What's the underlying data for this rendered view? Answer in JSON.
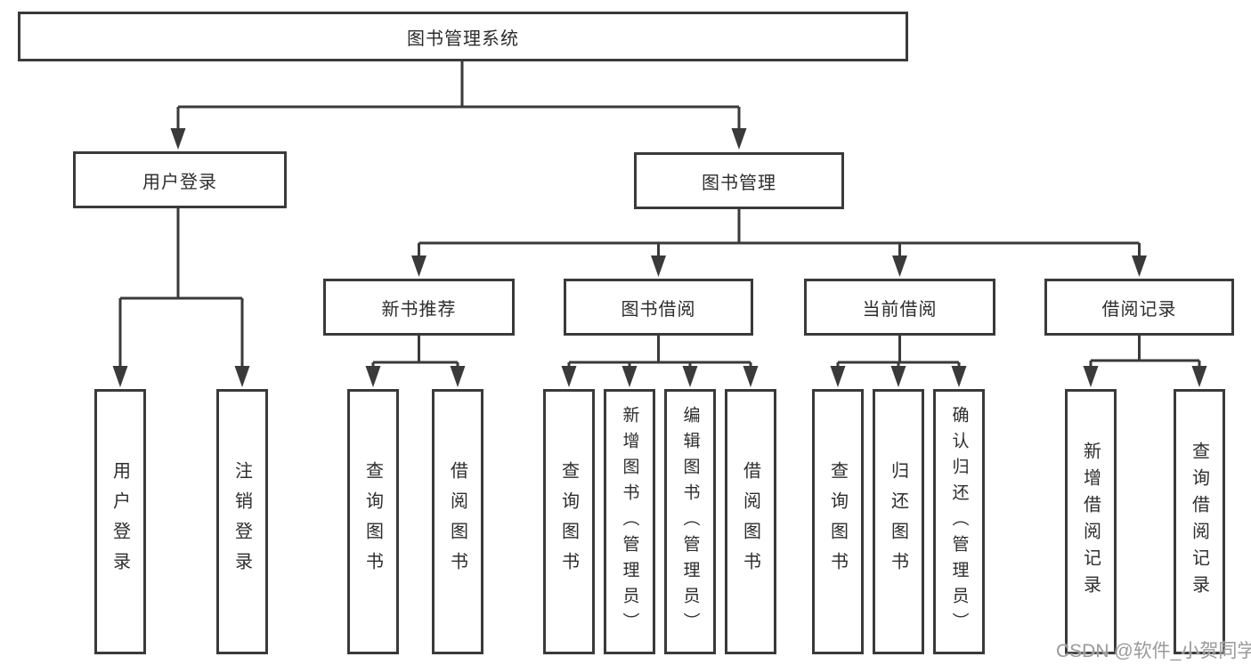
{
  "colors": {
    "line": "#3a3a3a",
    "box_border": "#3a3a3a",
    "box_fill": "#ffffff",
    "text": "#2d2d2d",
    "watermark": "#9a9a9a",
    "background": "#ffffff"
  },
  "tree": {
    "label": "图书管理系统",
    "children": [
      {
        "label": "用户登录",
        "children": [
          {
            "label": "用户登录"
          },
          {
            "label": "注销登录"
          }
        ]
      },
      {
        "label": "图书管理",
        "children": [
          {
            "label": "新书推荐",
            "children": [
              {
                "label": "查询图书"
              },
              {
                "label": "借阅图书"
              }
            ]
          },
          {
            "label": "图书借阅",
            "children": [
              {
                "label": "查询图书"
              },
              {
                "label": "新增图书（管理员）"
              },
              {
                "label": "编辑图书（管理员）"
              },
              {
                "label": "借阅图书"
              }
            ]
          },
          {
            "label": "当前借阅",
            "children": [
              {
                "label": "查询图书"
              },
              {
                "label": "归还图书"
              },
              {
                "label": "确认归还（管理员）"
              }
            ]
          },
          {
            "label": "借阅记录",
            "children": [
              {
                "label": "新增借阅记录"
              },
              {
                "label": "查询借阅记录"
              }
            ]
          }
        ]
      }
    ]
  },
  "watermark": "CSDN @软件_小贺同学"
}
